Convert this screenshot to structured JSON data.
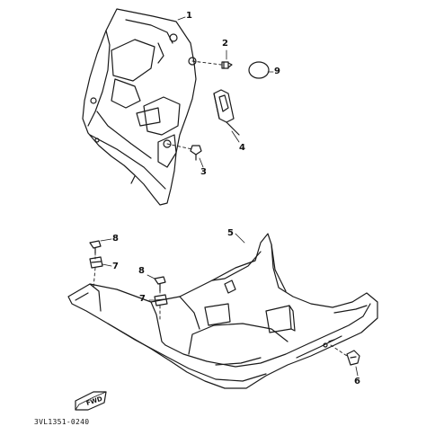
{
  "diagram": {
    "reference_code": "3VL1351-0240",
    "forward_marker": "FWD",
    "callouts": {
      "p1": "1",
      "p2": "2",
      "p3": "3",
      "p4": "4",
      "p5": "5",
      "p6": "6",
      "p7a": "7",
      "p7b": "7",
      "p8a": "8",
      "p8b": "8",
      "p9": "9"
    }
  }
}
